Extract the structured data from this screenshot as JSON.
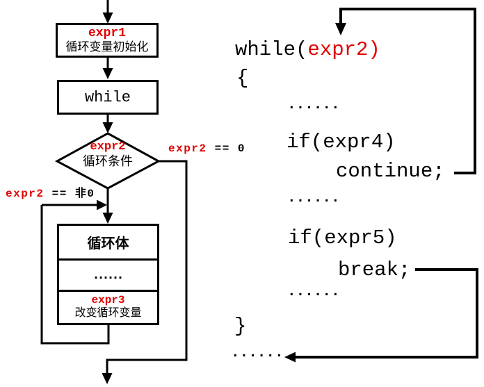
{
  "colors": {
    "accent_red": "#e00000",
    "line_black": "#000000",
    "background": "#ffffff"
  },
  "flowchart": {
    "init_box": {
      "expr": "expr1",
      "label": "循环变量初始化"
    },
    "while_box": {
      "label": "while"
    },
    "condition": {
      "expr": "expr2",
      "label": "循环条件"
    },
    "branch_true": {
      "expr": "expr2",
      "op": "== 非0"
    },
    "branch_false": {
      "expr": "expr2",
      "op": "== 0"
    },
    "body_box": {
      "section1_label": "循环体",
      "section2_label": "......",
      "section3_expr": "expr3",
      "section3_label": "改变循环变量"
    }
  },
  "code": {
    "lines": [
      {
        "pre": "while(",
        "red": "expr2)"
      },
      {
        "pre": "{"
      },
      {
        "pre": "......"
      },
      {
        "pre": "if(expr4)"
      },
      {
        "pre": "continue;"
      },
      {
        "pre": "......"
      },
      {
        "pre": "if(expr5)"
      },
      {
        "pre": "break;"
      },
      {
        "pre": "......"
      },
      {
        "pre": "}"
      },
      {
        "pre": "......"
      }
    ]
  }
}
